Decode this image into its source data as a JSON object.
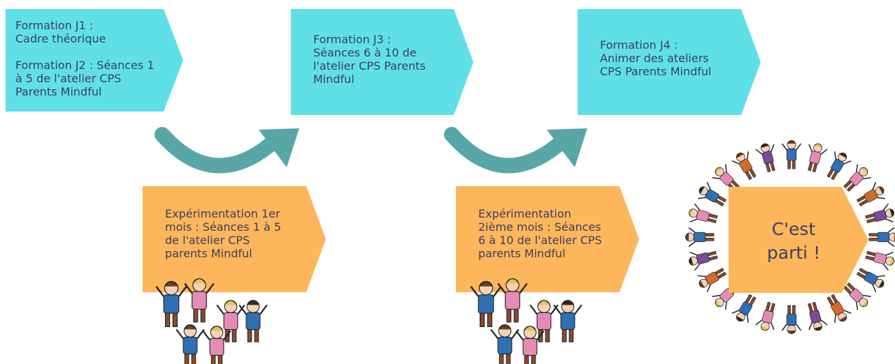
{
  "colors": {
    "cyan": "#5fe0e6",
    "orange": "#fdb65a",
    "arrow": "#58a6a8",
    "text": "#3b3f66"
  },
  "steps": {
    "j1_j2": {
      "line1": "Formation J1 :\nCadre théorique",
      "line2": "Formation J2 : Séances 1\nà 5 de l'atelier CPS\nParents Mindful"
    },
    "j3": "Formation J3 :\nSéances 6 à 10 de\nl'atelier CPS Parents\nMindful",
    "j4": "Formation J4 :\nAnimer des ateliers\nCPS Parents Mindful",
    "exp1": "Expérimentation 1er\nmois : Séances 1 à 5\nde l'atelier CPS\nparents Mindful",
    "exp2": "Expérimentation\n2ième mois : Séances\n6 à 10 de l'atelier CPS\nparents Mindful",
    "final": "C'est\nparti !"
  },
  "icons": {
    "arrow1": "curved-arrow-icon",
    "arrow2": "curved-arrow-icon",
    "kids1": "children-group-icon",
    "kids2": "children-group-icon",
    "ring": "children-circle-icon"
  }
}
